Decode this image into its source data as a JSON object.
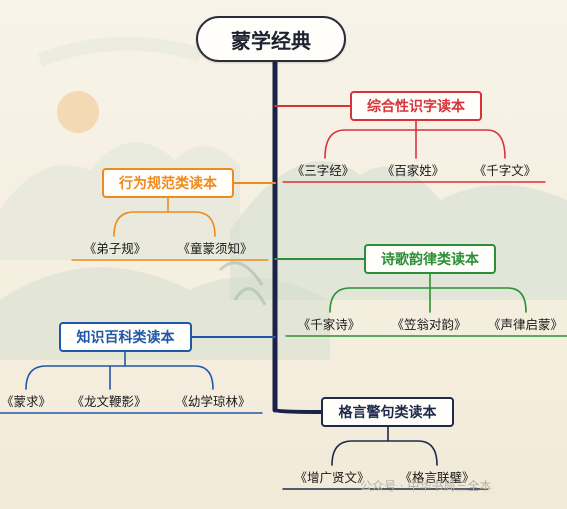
{
  "title": "蒙学经典",
  "colors": {
    "red": "#d8323a",
    "orange": "#ee8a1e",
    "green": "#2c8f35",
    "blue": "#1f58a8",
    "navy": "#1e2a4a",
    "trunk": "#1b2148"
  },
  "categories": [
    {
      "label": "综合性识字读本",
      "color": "red",
      "books": [
        "《三字经》",
        "《百家姓》",
        "《千字文》"
      ]
    },
    {
      "label": "行为规范类读本",
      "color": "orange",
      "books": [
        "《弟子规》",
        "《童蒙须知》"
      ]
    },
    {
      "label": "诗歌韵律类读本",
      "color": "green",
      "books": [
        "《千家诗》",
        "《笠翁对韵》",
        "《声律启蒙》"
      ]
    },
    {
      "label": "知识百科类读本",
      "color": "blue",
      "books": [
        "《蒙求》",
        "《龙文鞭影》",
        "《幼学琼林》"
      ]
    },
    {
      "label": "格言警句类读本",
      "color": "navy",
      "books": [
        "《增广贤文》",
        "《格言联璧》"
      ]
    }
  ],
  "watermark": "公众号 · 中华书局三全本"
}
